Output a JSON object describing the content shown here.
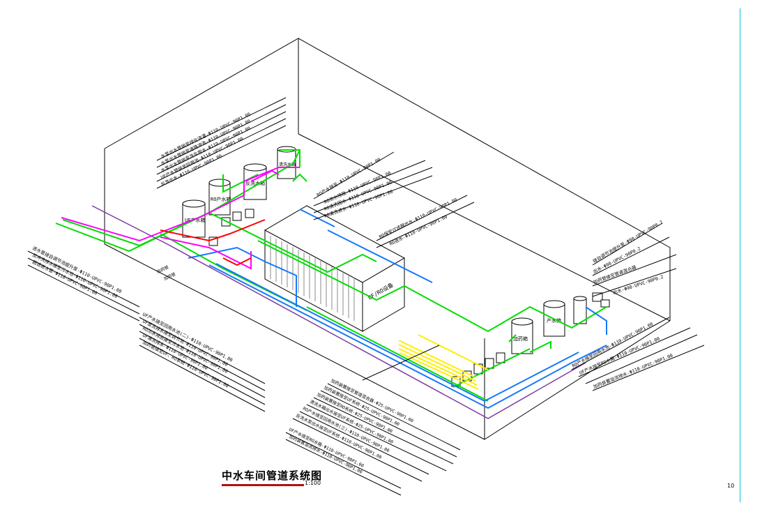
{
  "drawing": {
    "title": "中水车间管道系统图",
    "scale": "1:100",
    "page_number": "10"
  },
  "colors": {
    "background": "#ffffff",
    "line": "#000000",
    "water_green": "#00dd00",
    "water_blue": "#1478ff",
    "magenta": "#ff00ff",
    "purple": "#7a3aa0",
    "yellow": "#ffee00",
    "cyan": "#00c8e0",
    "title_underline": "#b01010"
  },
  "labels": {
    "top_left": [
      "水泵出水管接至绿化浇灌-Φ110-UPVC-90P1.00",
      "水泵出水管接至道路冲洗-Φ110-UPVC-90P1.00",
      "水泵出水管接至洗车用水-Φ110-UPVC-90P1.00",
      "UF产水管接至回用池-Φ110-UPVC-90P1.00",
      "反洗出水-Φ110-UPVC-90P1.00"
    ],
    "top_middle": [
      "RO产水接至-Φ110-UPVC-90P1.00",
      "RO浓水排放-Φ110-UPVC-90P1.00",
      "RO清洗回水-Φ110-UPVC-90P1.00",
      "RO清洗进水-Φ110-UPVC-90P1.00"
    ],
    "middle": [
      "RO保安过滤器出水-Φ110-UPVC-90P1.00",
      "RO进水-Φ110-UPVC-90P1.00"
    ],
    "left": [
      "进水管接自调节池提升泵-Φ110-UPVC-90P1.00",
      "反冲洗排水接至污水池-Φ110-UPVC-90P1.00",
      "超滤进水管-Φ110-UPVC-90P1.00"
    ],
    "small_left": [
      "加药管",
      "加药管"
    ],
    "lower_left": [
      "UF产水接至回用水池(二)-Φ110-UPVC-90P1.00",
      "UF反洗排水接至调节池-Φ110-UPVC-90P1.00",
      "RO浓水排放接至污水池-Φ110-UPVC-90P1.00",
      "UF清洗排水-Φ110-UPVC-90P1.00",
      "加药管接至UF、RO系统-Φ110-UPVC-90P1.00"
    ],
    "bottom_center": [
      "加药装置接至管道混合器-Φ25-UPVC-90P1.00",
      "加药装置接至UF系统-Φ25-UPVC-90P1.00",
      "加药装置接至RO系统-Φ25-UPVC-90P1.00",
      "清洗水箱出水接至UF系统-Φ25-UPVC-90P1.00",
      "RO产水接至回用水池(三)-Φ110-UPVC-90P1.00",
      "反洗水泵出水接至UF系统-Φ110-UPVC-90P1.00",
      "UF产水接至RO水箱-Φ110-UPVC-90P1.00",
      "加药装置溢流排水-Φ110-UPVC-90P1.00"
    ],
    "right": [
      "接自调节池提升泵-Φ90-UPVC-90P0.2",
      "出水-Φ90-UPVC-90P0.2",
      "加药管接至管道混合器",
      "出水-Φ90-UPVC-90P0.2"
    ],
    "lower_right": [
      "RO产水接至回用水池-Φ110-UPVC-90P1.00",
      "UF产水接至RO水箱-Φ110-UPVC-90P1.00",
      "加药装置溢流排水-Φ110-UPVC-90P1.00"
    ],
    "tanks": [
      "UF产水箱",
      "RO产水箱",
      "反洗水箱",
      "清洗水箱",
      "UF/RO设备",
      "产水箱",
      "加药箱"
    ]
  }
}
